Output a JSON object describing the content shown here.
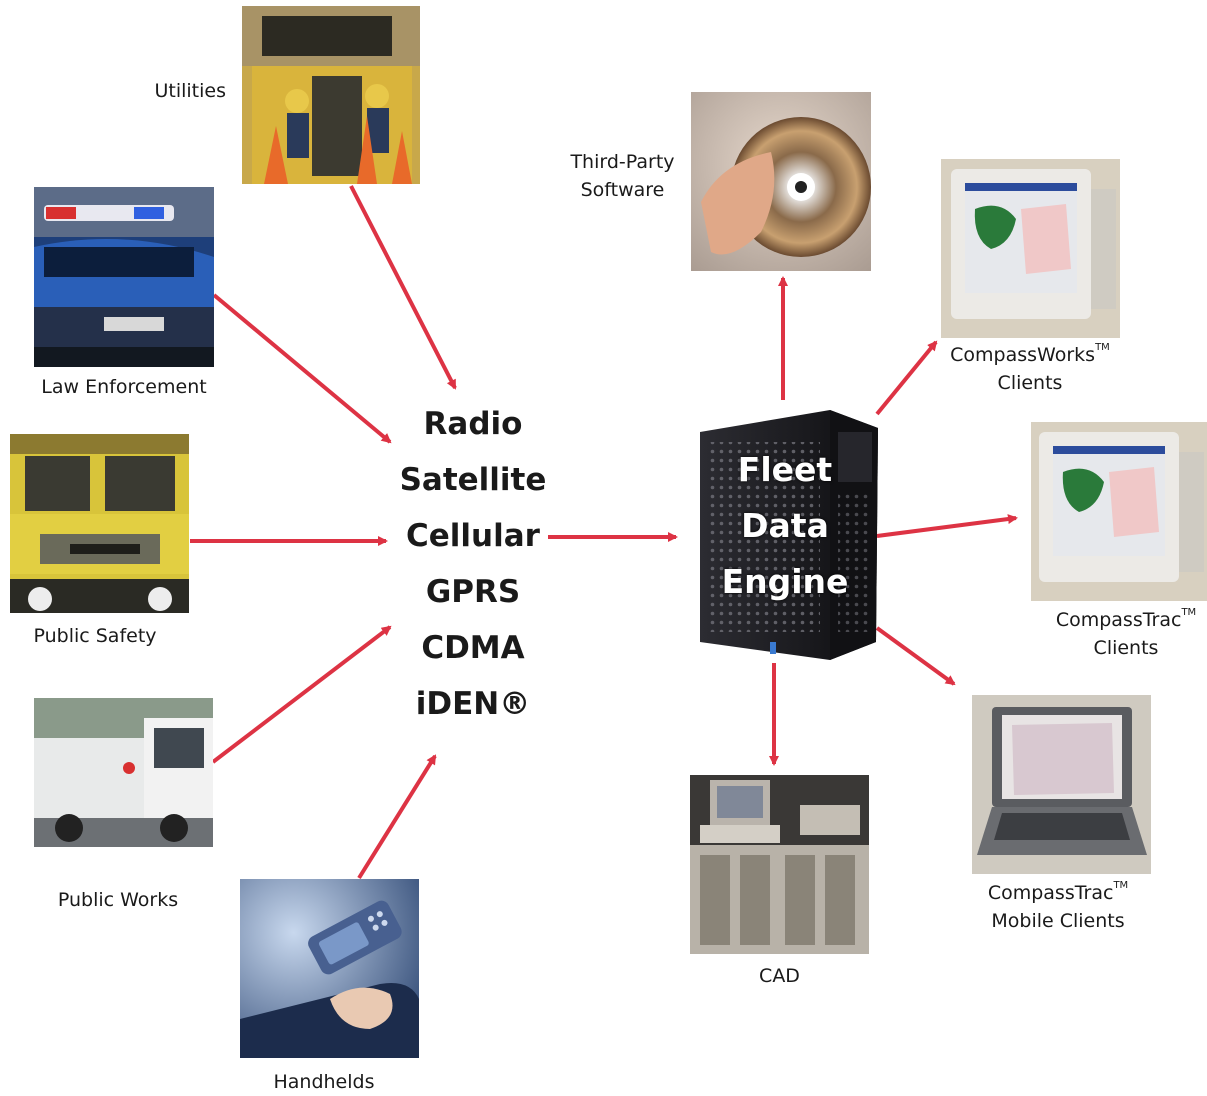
{
  "colors": {
    "arrow": "#dd3344",
    "text": "#1a1a1a",
    "server_text": "#ffffff"
  },
  "sources": {
    "utilities": "Utilities",
    "law_enforcement": "Law Enforcement",
    "public_safety": "Public Safety",
    "public_works": "Public Works",
    "handhelds": "Handhelds"
  },
  "networks": [
    "Radio",
    "Satellite",
    "Cellular",
    "GPRS",
    "CDMA",
    "iDEN®"
  ],
  "engine": {
    "line1": "Fleet",
    "line2": "Data",
    "line3": "Engine"
  },
  "outputs": {
    "third_party_line1": "Third-Party",
    "third_party_line2": "Software",
    "compassworks_name": "CompassWorks",
    "compassworks_line2": "Clients",
    "compasstrac_name": "CompassTrac",
    "compasstrac_line2": "Clients",
    "mobile_name": "CompassTrac",
    "mobile_line2": "Mobile Clients",
    "cad": "CAD",
    "tm": "TM"
  },
  "icons": [
    "utilities-photo",
    "police-car-photo",
    "fire-truck-photo",
    "street-sweeper-photo",
    "cell-phone-photo",
    "cd-disc-photo",
    "crt-monitor-photo",
    "laptop-photo",
    "cad-servers-photo",
    "server-tower-photo",
    "arrow-icon"
  ]
}
